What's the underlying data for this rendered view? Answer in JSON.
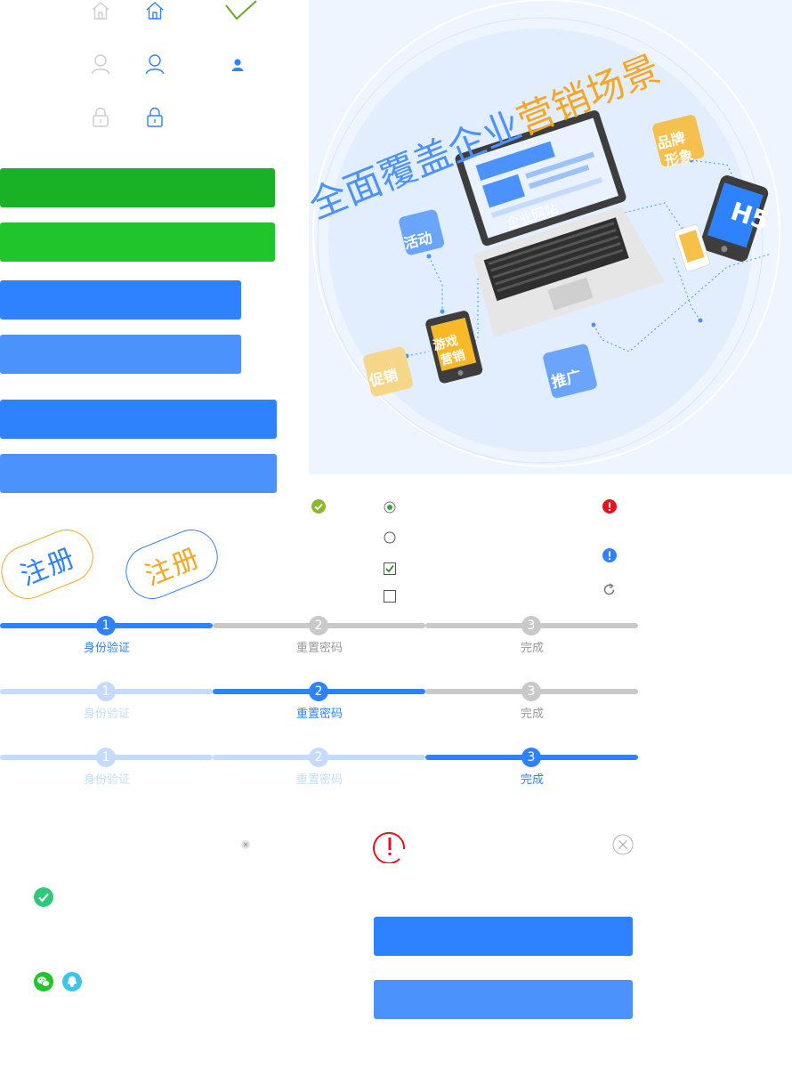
{
  "colors": {
    "green_dark": "#19b125",
    "green": "#1fc52b",
    "blue": "#2e82fe",
    "blue_light": "#4c92fc",
    "grey_track": "#c9c9c9",
    "blue_pale": "#c5dbfd",
    "orange": "#f6a623",
    "error_red": "#e9111b"
  },
  "icons": {
    "row1": [
      "home-icon-grey",
      "home-icon-blue",
      "checkmark-icon-green"
    ],
    "row2": [
      "user-icon-grey",
      "user-icon-blue",
      "user-icon-small-filled"
    ],
    "row3": [
      "lock-icon-grey",
      "lock-icon-blue"
    ]
  },
  "hero": {
    "title_part1": "全面覆盖企业",
    "title_part2": "营销场景",
    "screen_text": "企业网站",
    "tags": {
      "activity": "活动",
      "brand_line1": "品牌",
      "brand_line2": "形象",
      "promo": "促销",
      "game_line1": "游戏",
      "game_line2": "营销",
      "spread": "推广",
      "h5": "H5"
    }
  },
  "stamps": {
    "blue": "注册",
    "orange": "注册"
  },
  "steps": [
    {
      "labels": [
        "身份验证",
        "重置密码",
        "完成"
      ],
      "nums": [
        "1",
        "2",
        "3"
      ],
      "active": 1
    },
    {
      "labels": [
        "身份验证",
        "重置密码",
        "完成"
      ],
      "nums": [
        "1",
        "2",
        "3"
      ],
      "active": 2
    },
    {
      "labels": [
        "身份验证",
        "重置密码",
        "完成"
      ],
      "nums": [
        "1",
        "2",
        "3"
      ],
      "active": 3
    }
  ],
  "misc_icons": [
    "success-check-icon",
    "radio-checked-icon",
    "radio-unchecked-icon",
    "checkbox-checked-icon",
    "checkbox-unchecked-icon",
    "error-icon",
    "info-icon",
    "refresh-icon",
    "clear-icon",
    "alert-circle-icon",
    "close-circle-icon",
    "wechat-icon",
    "qq-icon"
  ]
}
